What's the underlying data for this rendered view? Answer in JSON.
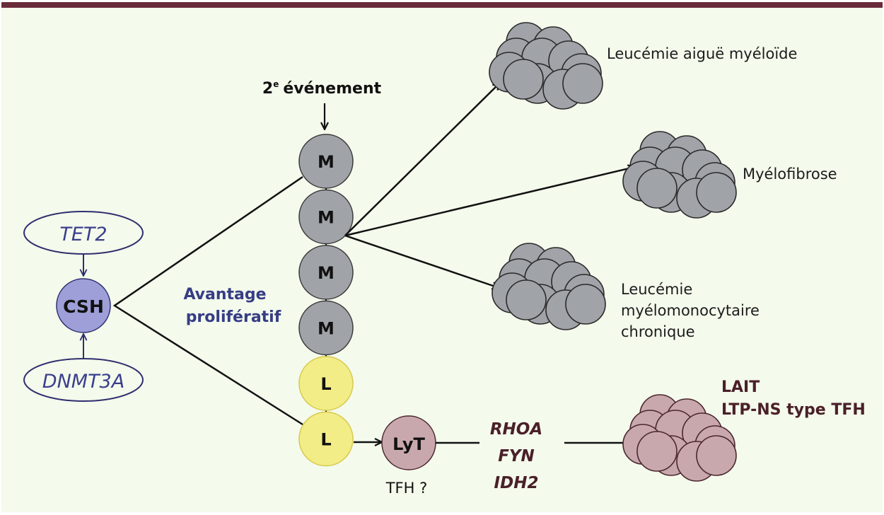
{
  "colors": {
    "header_bar": "#6a2c3a",
    "background": "#f4faec",
    "hsc_fill": "#9e9fd8",
    "gene_outline": "#2e2e6e",
    "gene_text": "#3b3f8c",
    "advantage_text": "#363d85",
    "myeloid_fill": "#a0a3a8",
    "lymphoid_fill": "#f2ed86",
    "lymphoid_stroke": "#d6c84a",
    "lyt_fill": "#c9a8ad",
    "lyt_stroke": "#4a2730",
    "tfh_genes_text": "#4a2028",
    "lait_text": "#4a2028",
    "line": "#111111"
  },
  "hsc": {
    "label": "CSH"
  },
  "genes": [
    {
      "id": "tet2",
      "label": "TET2"
    },
    {
      "id": "dnmt3a",
      "label": "DNMT3A"
    }
  ],
  "advantage": {
    "line1": "Avantage",
    "line2": "prolifératif"
  },
  "second_event": {
    "number": "2",
    "superscript": "e",
    "label": "événement"
  },
  "progenitors": [
    {
      "type": "myeloid",
      "label": "M"
    },
    {
      "type": "myeloid",
      "label": "M"
    },
    {
      "type": "myeloid",
      "label": "M"
    },
    {
      "type": "myeloid",
      "label": "M"
    },
    {
      "type": "lymphoid",
      "label": "L"
    },
    {
      "type": "lymphoid",
      "label": "L"
    }
  ],
  "lyt": {
    "label": "LyT",
    "caption": "TFH ?"
  },
  "tfh_genes": [
    "RHOA",
    "FYN",
    "IDH2"
  ],
  "outcomes": [
    {
      "id": "aml",
      "lines": [
        "Leucémie aiguë myéloïde"
      ],
      "cell": "myeloid"
    },
    {
      "id": "mf",
      "lines": [
        "Myélofibrose"
      ],
      "cell": "myeloid"
    },
    {
      "id": "cmml",
      "lines": [
        "Leucémie",
        "myélomonocytaire",
        "chronique"
      ],
      "cell": "myeloid"
    },
    {
      "id": "aitl",
      "lines": [
        "LAIT",
        "LTP-NS type TFH"
      ],
      "cell": "lymphoid-t"
    }
  ]
}
